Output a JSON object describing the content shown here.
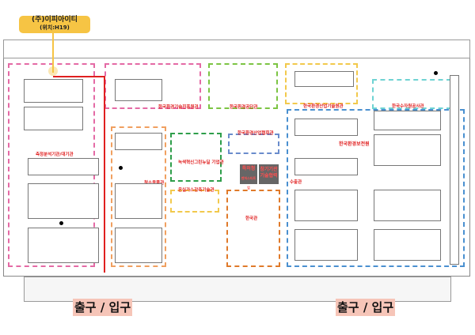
{
  "callout": {
    "company": "(주)이피아이티",
    "location": "(위치:H19)"
  },
  "exits": [
    "출구 / 입구",
    "출구 / 입구"
  ],
  "zones": [
    {
      "label": "측정분석기관/대기관",
      "color": "#e46aa5"
    },
    {
      "label": "한국환경기술진흥원관",
      "color": "#e46aa5"
    },
    {
      "label": "한국환경공단관",
      "color": "#7cc443"
    },
    {
      "label": "한국환경산업기술원관",
      "color": "#f2c94c"
    },
    {
      "label": "한국환경산업협회관",
      "color": "#6a8ccc"
    },
    {
      "label": "녹색혁신그린뉴딜 기업관",
      "color": "#2e9e4a"
    },
    {
      "label": "온실가스감축기술관",
      "color": "#f2c94c"
    },
    {
      "label": "청소용품관",
      "color": "#f0a060"
    },
    {
      "label": "한국수자원공사관",
      "color": "#6fd3d3"
    },
    {
      "label": "한국환경보전원",
      "color": "#4a90d0"
    },
    {
      "label": "한국관",
      "color": "#e07a2a"
    },
    {
      "label": "수출관",
      "color": "#4a90d0"
    }
  ],
  "features": {
    "patent": "특허청",
    "venture": "벤처스타트업",
    "tech": "창기기관 기술협력"
  },
  "route_color": "#e02020"
}
